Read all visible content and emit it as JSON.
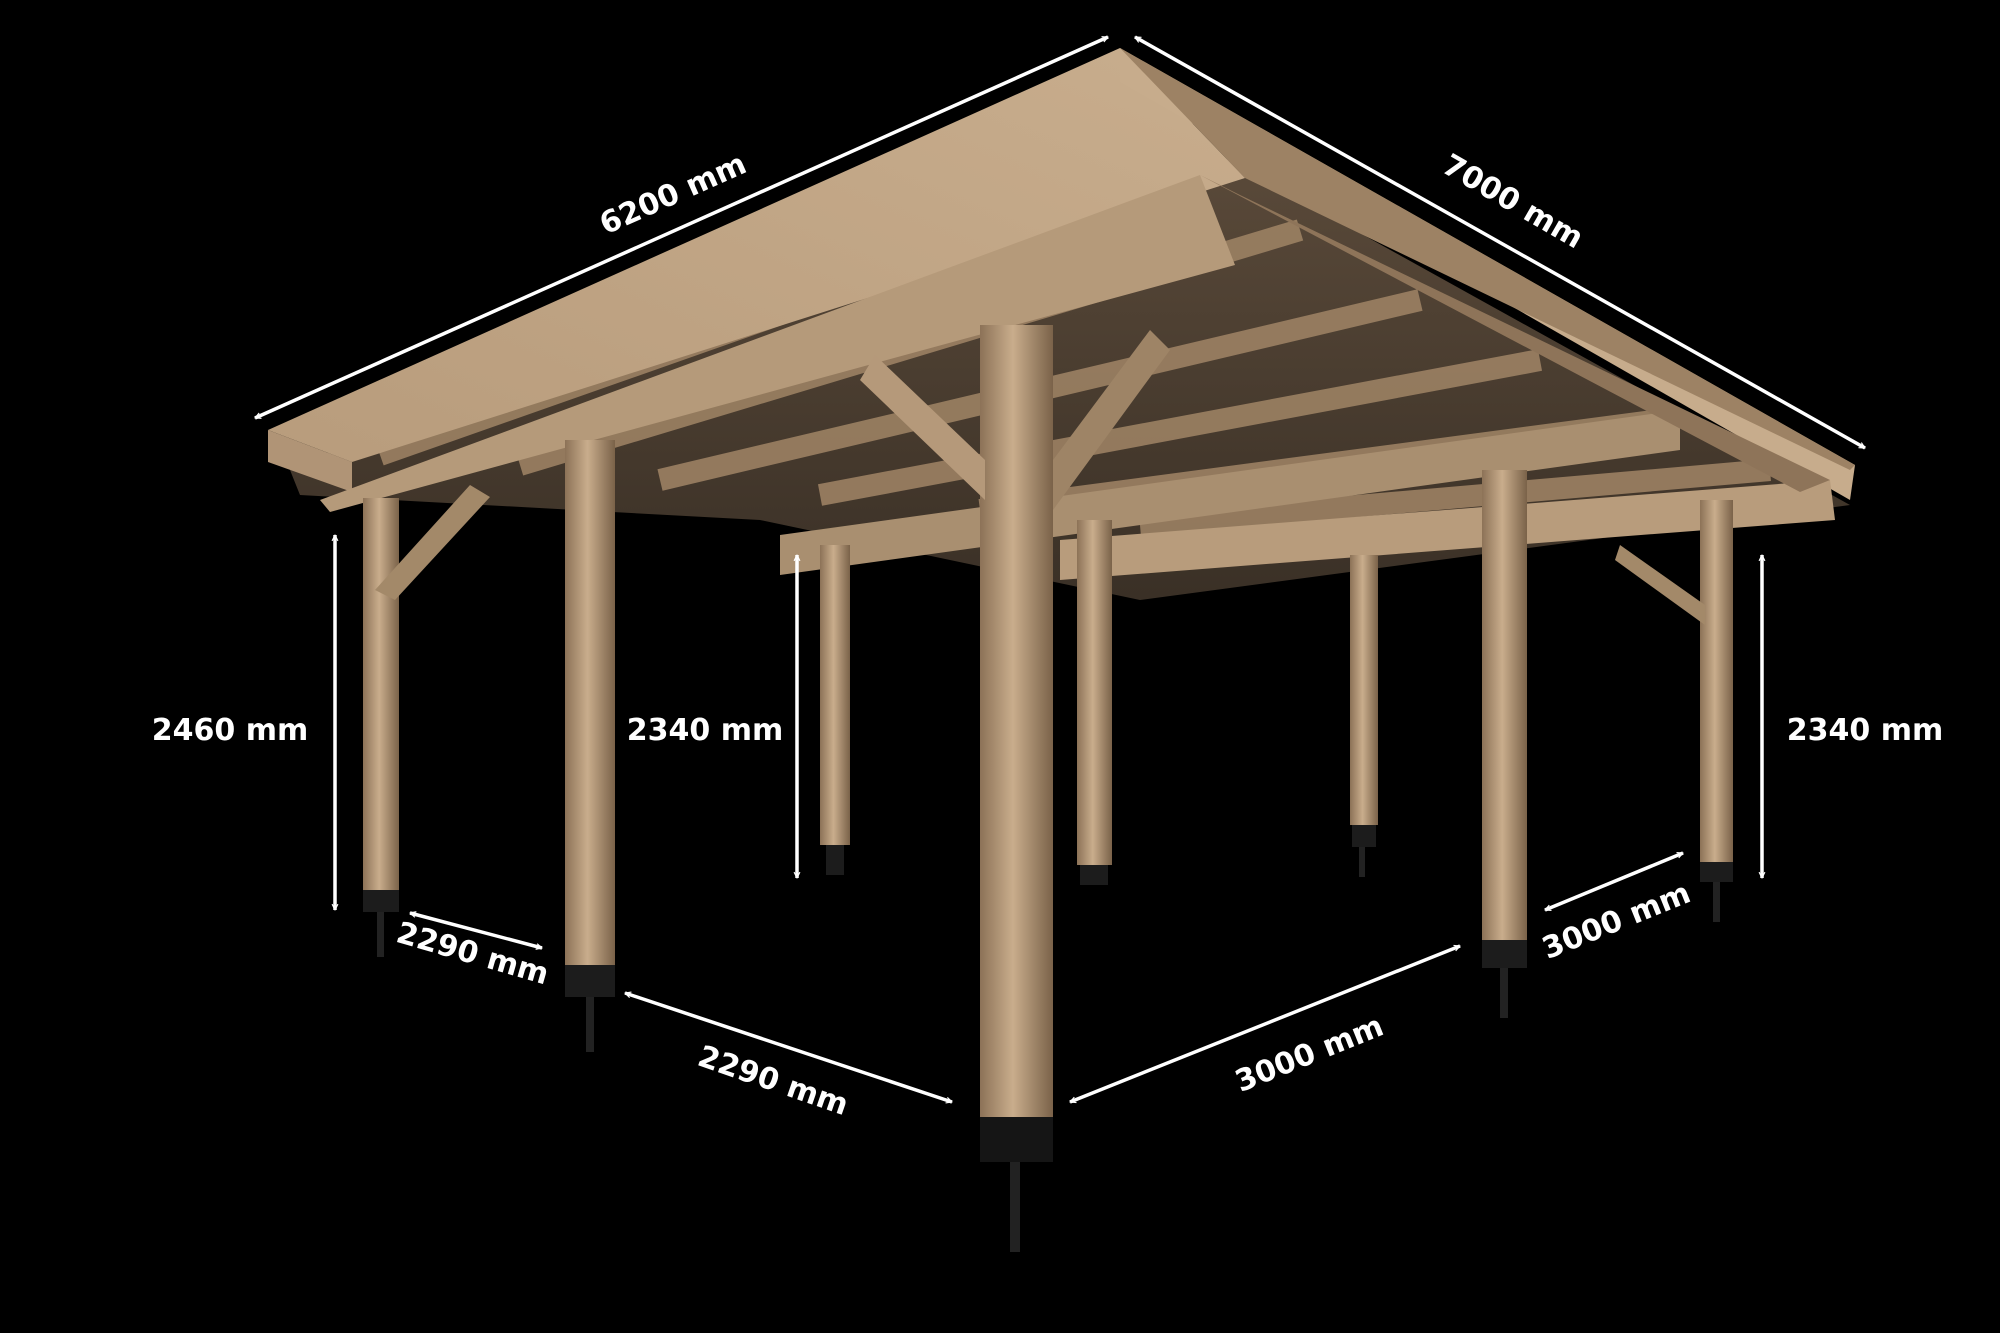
{
  "dimensions": {
    "roof_width": "6200 mm",
    "roof_length": "7000 mm",
    "height_left": "2460 mm",
    "height_middle": "2340 mm",
    "height_right": "2340 mm",
    "short_span_1": "2290 mm",
    "short_span_2": "2290 mm",
    "long_span_1": "3000 mm",
    "long_span_2": "3000 mm"
  },
  "colors": {
    "background": "#000000",
    "wood_light": "#c2a585",
    "wood_mid": "#a3886a",
    "wood_dark": "#6e5a45",
    "annotation": "#ffffff"
  }
}
